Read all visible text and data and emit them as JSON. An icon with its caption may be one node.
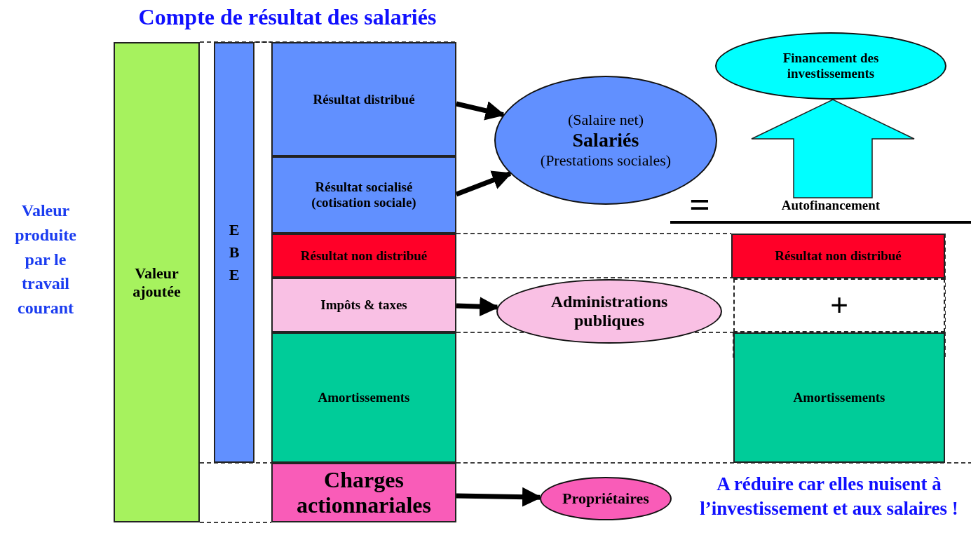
{
  "diagram": {
    "title": "Compte de résultat des salariés",
    "nodes": [
      {
        "text": [
          "Valeur ajoutée"
        ]
      },
      {
        "text": [
          "E B E"
        ]
      },
      {
        "text": [
          "Résultat distribué"
        ]
      },
      {
        "text": [
          "Résultat socialisé (cotisation sociale)"
        ]
      },
      {
        "text": [
          "Résultat non distribué"
        ]
      },
      {
        "text": [
          "Impôts & taxes"
        ]
      },
      {
        "text": [
          "Amortissements"
        ]
      },
      {
        "text": [
          "Charges actionnariales"
        ]
      },
      {
        "text": [
          "(Salaire net)",
          "Salariés",
          "(Prestations sociales)"
        ]
      },
      {
        "text": [
          "Administrations publiques"
        ]
      },
      {
        "text": [
          "Propriétaires"
        ]
      },
      {
        "text": [
          "Financement des investissements"
        ]
      },
      {
        "text": [
          "Autofinancement"
        ]
      },
      {
        "text": [
          "Résultat non distribué"
        ]
      },
      {
        "text": [
          "+"
        ]
      },
      {
        "text": [
          "Amortissements"
        ]
      }
    ],
    "edges": [
      {
        "from": 2,
        "to": 8,
        "arrow": "to"
      },
      {
        "from": 3,
        "to": 8,
        "arrow": "to"
      },
      {
        "from": 5,
        "to": 9,
        "arrow": "to"
      },
      {
        "from": 7,
        "to": 10,
        "arrow": "to"
      },
      {
        "from": 12,
        "to": 11,
        "arrow": "to",
        "style": "thick",
        "color": "#00ffff"
      }
    ],
    "labels": [
      "Valeur produite par le travail courant",
      "=",
      "A réduire car elles nuisent à l’investissement et aux salaires !"
    ]
  }
}
